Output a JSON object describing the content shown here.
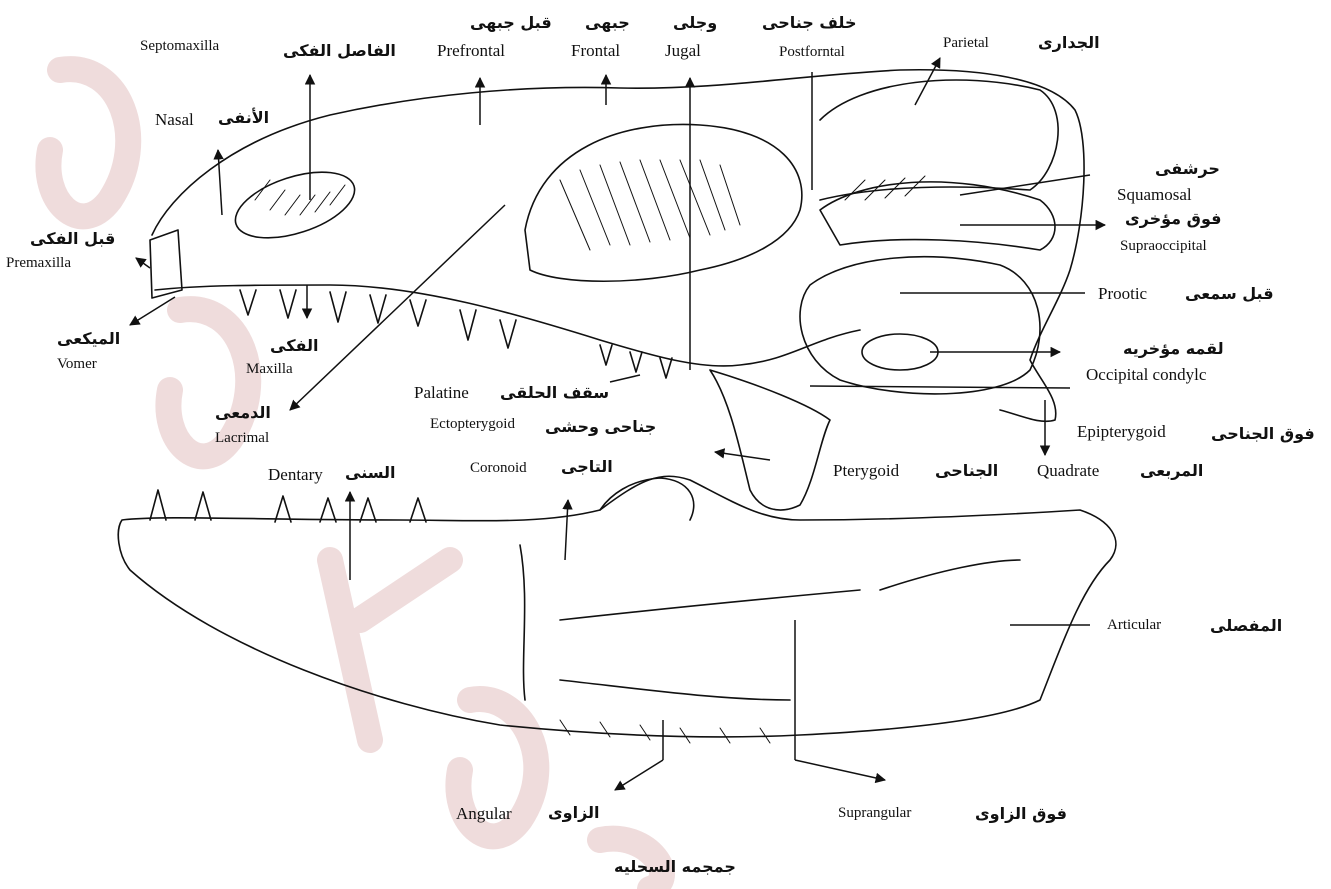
{
  "caption": "جمجمه السحليه",
  "labels": {
    "septomaxilla_en": "Septomaxilla",
    "septomaxilla_ar": "الفاصل الفكى",
    "prefrontal_en": "Prefrontal",
    "prefrontal_ar": "قبل جبهى",
    "frontal_en": "Frontal",
    "frontal_ar": "جبهى",
    "jugal_en": "Jugal",
    "jugal_ar": "وجلى",
    "postfrontal_en": "Postforntal",
    "postfrontal_ar": "خلف جناحى",
    "parietal_en": "Parietal",
    "parietal_ar": "الجدارى",
    "nasal_en": "Nasal",
    "nasal_ar": "الأنفى",
    "squamosal_en": "Squamosal",
    "squamosal_ar": "حرشفى",
    "supraoccipital_en": "Supraoccipital",
    "supraoccipital_ar": "فوق مؤخرى",
    "premaxilla_en": "Premaxilla",
    "premaxilla_ar": "قبل الفكى",
    "prootic_en": "Prootic",
    "prootic_ar": "قبل سمعى",
    "vomer_en": "Vomer",
    "vomer_ar": "الميكعى",
    "maxilla_en": "Maxilla",
    "maxilla_ar": "الفكى",
    "occipital_condyle_en": "Occipital condylc",
    "occipital_condyle_ar": "لقمه مؤخريه",
    "palatine_en": "Palatine",
    "palatine_ar": "سقف الحلقى",
    "lacrimal_en": "Lacrimal",
    "lacrimal_ar": "الدمعى",
    "ectopterygoid_en": "Ectopterygoid",
    "ectopterygoid_ar": "جناحى وحشى",
    "epipterygoid_en": "Epipterygoid",
    "epipterygoid_ar": "فوق الجناحى",
    "dentary_en": "Dentary",
    "dentary_ar": "السنى",
    "coronoid_en": "Coronoid",
    "coronoid_ar": "التاجى",
    "pterygoid_en": "Pterygoid",
    "pterygoid_ar": "الجناحى",
    "quadrate_en": "Quadrate",
    "quadrate_ar": "المربعى",
    "articular_en": "Articular",
    "articular_ar": "المفصلى",
    "angular_en": "Angular",
    "angular_ar": "الزاوى",
    "surangular_en": "Suprangular",
    "surangular_ar": "فوق الزاوى"
  },
  "colors": {
    "ink": "#111111",
    "watermark": "#ead6d6",
    "paper": "#ffffff"
  }
}
